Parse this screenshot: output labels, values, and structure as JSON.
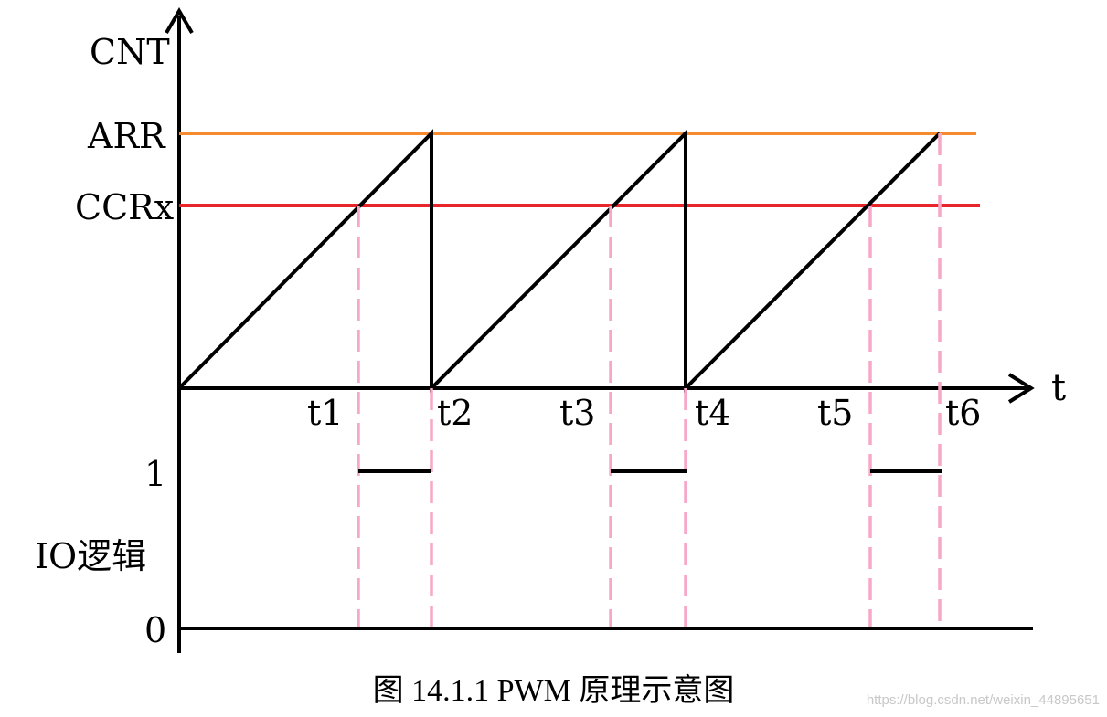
{
  "labels": {
    "cnt": "CNT",
    "arr": "ARR",
    "ccrx": "CCRx",
    "t_axis": "t",
    "one": "1",
    "io": "IO逻辑",
    "zero": "0"
  },
  "times": [
    "t1",
    "t2",
    "t3",
    "t4",
    "t5",
    "t6"
  ],
  "caption": "图 14.1.1 PWM 原理示意图",
  "watermark": "https://blog.csdn.net/weixin_44895651",
  "colors": {
    "arr_line": "#F58A2E",
    "ccrx_line": "#E8252B",
    "guide_dash": "#F7A8C8",
    "axes": "#000000"
  }
}
